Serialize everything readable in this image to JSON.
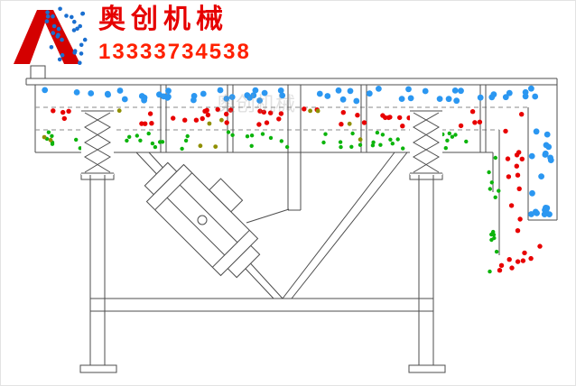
{
  "header": {
    "brand": "奥创机械",
    "phone": "13333734538",
    "brand_color": "#e60000",
    "phone_color": "#ff2000"
  },
  "logo": {
    "letter": "A",
    "letter_color": "#d40000",
    "dot_color": "#1a6fd0"
  },
  "diagram": {
    "watermark": "奥创机械",
    "line_color": "#4d4d4d",
    "particle_colors": {
      "blue": "#2b97f1",
      "red": "#e80000",
      "green": "#0cb40c",
      "olive": "#8f8f00"
    },
    "particle_layers": [
      {
        "name": "deck-top-blue",
        "count": 55,
        "x": [
          48,
          606
        ],
        "y": [
          97,
          112
        ],
        "r": 3.4,
        "color": "#2b97f1"
      },
      {
        "name": "chute-blue-fall",
        "count": 11,
        "x": [
          588,
          610
        ],
        "y": [
          114,
          228
        ],
        "r": 3.4,
        "color": "#2b97f1"
      },
      {
        "name": "chute-blue-pool",
        "count": 9,
        "x": [
          586,
          612
        ],
        "y": [
          229,
          239
        ],
        "r": 3.4,
        "color": "#2b97f1"
      },
      {
        "name": "deck-mid-red",
        "count": 48,
        "x": [
          48,
          578
        ],
        "y": [
          119,
          139
        ],
        "r": 2.7,
        "color": "#e80000"
      },
      {
        "name": "chute-red-fall",
        "count": 12,
        "x": [
          556,
          578
        ],
        "y": [
          142,
          268
        ],
        "r": 2.7,
        "color": "#e80000"
      },
      {
        "name": "chute-red-spread",
        "count": 9,
        "x": [
          548,
          604
        ],
        "y": [
          272,
          302
        ],
        "r": 2.7,
        "color": "#e80000"
      },
      {
        "name": "deck-bottom-green",
        "count": 55,
        "x": [
          48,
          550
        ],
        "y": [
          145,
          164
        ],
        "r": 2.2,
        "color": "#0cb40c"
      },
      {
        "name": "chute-green-fall",
        "count": 13,
        "x": [
          538,
          552
        ],
        "y": [
          167,
          306
        ],
        "r": 2.2,
        "color": "#0cb40c"
      },
      {
        "name": "deck-olive",
        "count": 11,
        "x": [
          46,
          400
        ],
        "y": [
          118,
          162
        ],
        "r": 2.4,
        "color": "#8f8f00"
      },
      {
        "name": "logo-dots",
        "target": "logo-dots",
        "count": 28,
        "x": [
          40,
          86
        ],
        "y": [
          4,
          68
        ],
        "r": 2.3,
        "color": "#1a6fd0"
      }
    ]
  }
}
